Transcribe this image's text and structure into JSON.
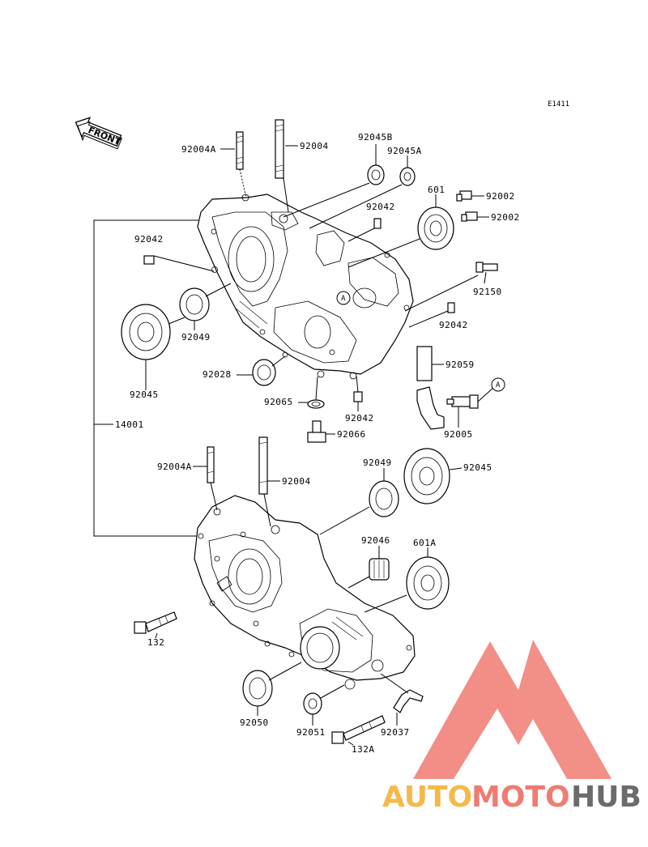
{
  "diagram_code": "E1411",
  "front_label": "FRONT",
  "callout_a": "A",
  "labels": {
    "p92004A_top": "92004A",
    "p92004_top": "92004",
    "p92045B": "92045B",
    "p92045A": "92045A",
    "p601": "601",
    "p92002_a": "92002",
    "p92002_b": "92002",
    "p92042_top": "92042",
    "p92042_left": "92042",
    "p92150": "92150",
    "p92042_right": "92042",
    "p92049_top": "92049",
    "p92045_top": "92045",
    "p92028": "92028",
    "p92059": "92059",
    "p92065": "92065",
    "p92042_bottom": "92042",
    "p92005": "92005",
    "p92066": "92066",
    "p14001": "14001",
    "p92004A_bot": "92004A",
    "p92004_bot": "92004",
    "p92049_bot": "92049",
    "p92045_bot": "92045",
    "p92046": "92046",
    "p601A": "601A",
    "p132": "132",
    "p92050": "92050",
    "p92051": "92051",
    "p92037": "92037",
    "p132A": "132A"
  },
  "watermark": {
    "part1": "AUTO",
    "part2": "MOTO",
    "part3": "HUB",
    "color1": "#f5b94a",
    "color2": "#f07b72",
    "color3": "#6b6b6b",
    "logo_color": "#f07b72"
  }
}
